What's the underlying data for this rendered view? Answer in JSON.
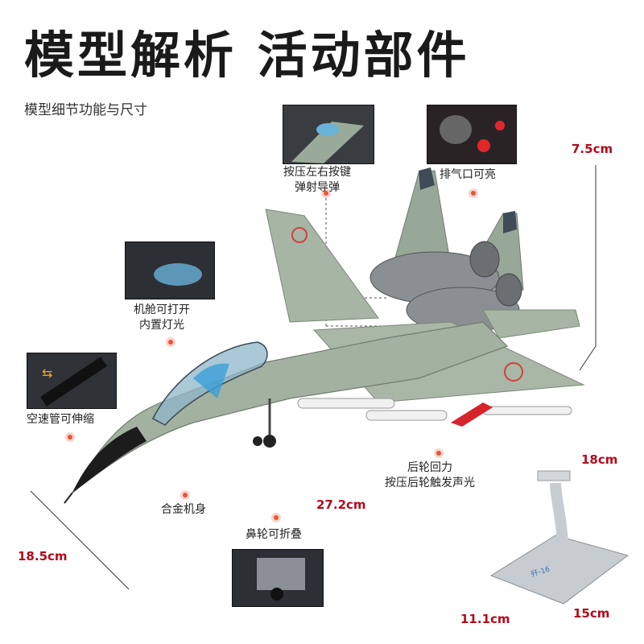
{
  "header": {
    "title": "模型解析 活动部件",
    "subtitle": "模型细节功能与尺寸"
  },
  "callouts": {
    "missile": "按压左右按键\n弹射导弹",
    "exhaust": "排气口可亮",
    "cockpit": "机舱可打开\n内置灯光",
    "pitot": "空速管可伸缩",
    "body": "合金机身",
    "nose_gear": "鼻轮可折叠",
    "rear_gear": "后轮回力\n按压后轮触发声光"
  },
  "dimensions": {
    "height": "7.5cm",
    "length": "27.2cm",
    "wingspan": "18.5cm",
    "stand_height": "18cm",
    "stand_width": "11.1cm",
    "stand_depth": "15cm"
  },
  "stand": {
    "plate_text": "歼-16"
  },
  "colors": {
    "accent_dim": "#b30a1a",
    "dot": "#e8553b",
    "airframe": "#9aaa9a"
  }
}
